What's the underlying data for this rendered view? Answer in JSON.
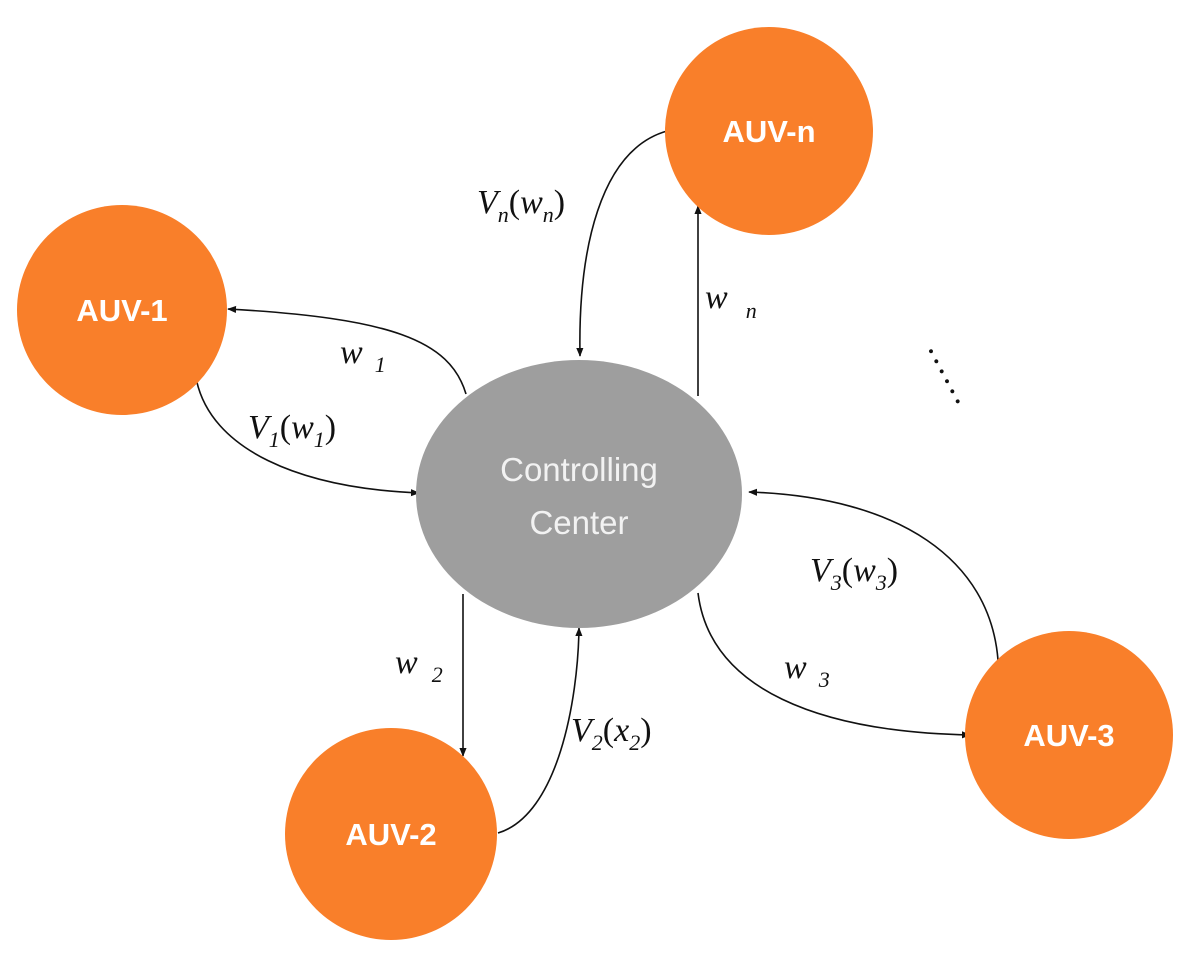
{
  "colors": {
    "auv_fill": "#F97F2A",
    "center_fill": "#9E9E9E",
    "center_text": "#F2F2F2",
    "edge": "#111111",
    "background": "#FFFFFF"
  },
  "nodes": {
    "center": {
      "line1": "Controlling",
      "line2": "Center"
    },
    "auv1": {
      "label": "AUV-1"
    },
    "auv2": {
      "label": "AUV-2"
    },
    "auv3": {
      "label": "AUV-3"
    },
    "auvn": {
      "label": "AUV-n"
    }
  },
  "edge_labels": {
    "w1": {
      "main": "w",
      "sub": "1"
    },
    "v1": {
      "main": "V",
      "sub": "1",
      "open": "(",
      "arg": "w",
      "arg_sub": "1",
      "close": ")"
    },
    "w2": {
      "main": "w",
      "sub": "2"
    },
    "v2": {
      "main": "V",
      "sub": "2",
      "open": "(",
      "arg": "x",
      "arg_sub": "2",
      "close": ")"
    },
    "w3": {
      "main": "w",
      "sub": "3"
    },
    "v3": {
      "main": "V",
      "sub": "3",
      "open": "(",
      "arg": "w",
      "arg_sub": "3",
      "close": ")"
    },
    "wn": {
      "main": "w",
      "sub": "n"
    },
    "vn": {
      "main": "V",
      "sub": "n",
      "open": "(",
      "arg": "w",
      "arg_sub": "n",
      "close": ")"
    }
  },
  "ellipsis": "……"
}
